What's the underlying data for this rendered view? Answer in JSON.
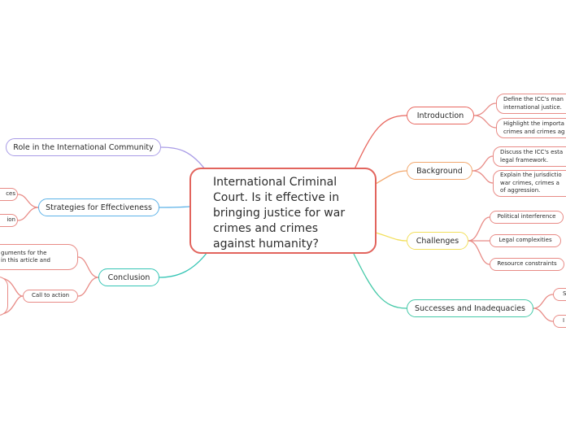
{
  "central_topic": "International Criminal\nCourt. Is it effective in\nbringing justice for war\ncrimes and crimes\nagainst humanity?",
  "right_branches": {
    "introduction": {
      "label": "Introduction",
      "color": "#e8675f",
      "children": [
        "Define the ICC's man\ninternational justice.",
        "Highlight the importa\ncrimes and crimes ag"
      ]
    },
    "background": {
      "label": "Background",
      "color": "#f2a86e",
      "children": [
        "Discuss the ICC's esta\nlegal framework.",
        "Explain the jurisdictio\nwar crimes, crimes a\nof aggression."
      ]
    },
    "challenges": {
      "label": "Challenges",
      "color": "#f2df5c",
      "children": [
        "Political interference",
        "Legal complexities",
        "Resource constraints"
      ]
    },
    "successes": {
      "label": "Successes and Inadequacies",
      "color": "#45c9a8",
      "children": [
        "S",
        "I"
      ]
    }
  },
  "left_branches": {
    "role": {
      "label": "Role in the International Community",
      "color": "#a89be6"
    },
    "strategies": {
      "label": "Strategies for Effectiveness",
      "color": "#5cb2e8",
      "children": [
        "ces",
        "ion"
      ]
    },
    "conclusion": {
      "label": "Conclusion",
      "color": "#35c5b5",
      "children": [
        "guments for the\nin this article and",
        "Call to action"
      ]
    }
  },
  "leaf_border_color": "#e88b86"
}
